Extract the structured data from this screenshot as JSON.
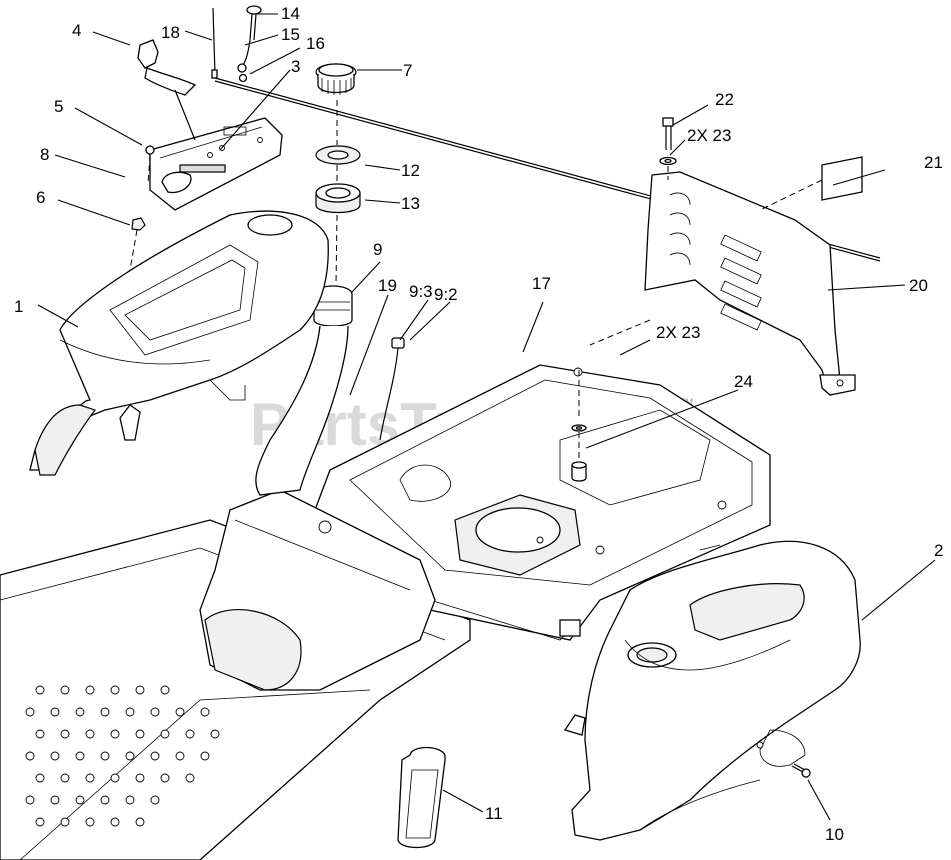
{
  "watermark": "PartsTree",
  "trademark": "TM",
  "callouts": [
    {
      "id": "c1",
      "text": "1"
    },
    {
      "id": "c2",
      "text": "2"
    },
    {
      "id": "c3",
      "text": "3"
    },
    {
      "id": "c4",
      "text": "4"
    },
    {
      "id": "c5",
      "text": "5"
    },
    {
      "id": "c6",
      "text": "6"
    },
    {
      "id": "c7",
      "text": "7"
    },
    {
      "id": "c8",
      "text": "8"
    },
    {
      "id": "c9",
      "text": "9"
    },
    {
      "id": "c9_3",
      "text": "9:3"
    },
    {
      "id": "c9_2",
      "text": "9:2"
    },
    {
      "id": "c10",
      "text": "10"
    },
    {
      "id": "c11",
      "text": "11"
    },
    {
      "id": "c12",
      "text": "12"
    },
    {
      "id": "c13",
      "text": "13"
    },
    {
      "id": "c14",
      "text": "14"
    },
    {
      "id": "c15",
      "text": "15"
    },
    {
      "id": "c16",
      "text": "16"
    },
    {
      "id": "c17",
      "text": "17"
    },
    {
      "id": "c18",
      "text": "18"
    },
    {
      "id": "c19",
      "text": "19"
    },
    {
      "id": "c20",
      "text": "20"
    },
    {
      "id": "c21",
      "text": "21"
    },
    {
      "id": "c22",
      "text": "22"
    },
    {
      "id": "c23a",
      "text": "2X 23"
    },
    {
      "id": "c23b",
      "text": "2X 23"
    },
    {
      "id": "c24",
      "text": "24"
    }
  ]
}
